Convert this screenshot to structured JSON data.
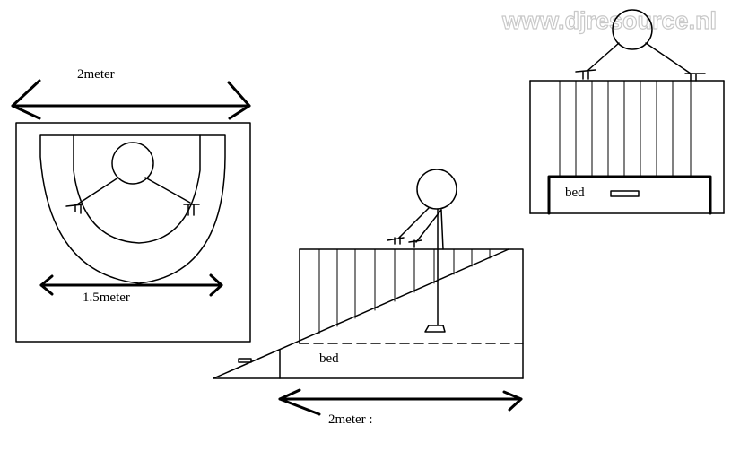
{
  "watermark": "www.djresource.nl",
  "labels": {
    "top_view_width": "2meter",
    "top_view_depth": "1.5meter",
    "side_view_length": "2meter :",
    "side_view_bed": "bed",
    "front_view_bed": "bed"
  },
  "colors": {
    "ink": "#000000",
    "background": "#ffffff",
    "watermark_outline": "#c8c8c8"
  }
}
